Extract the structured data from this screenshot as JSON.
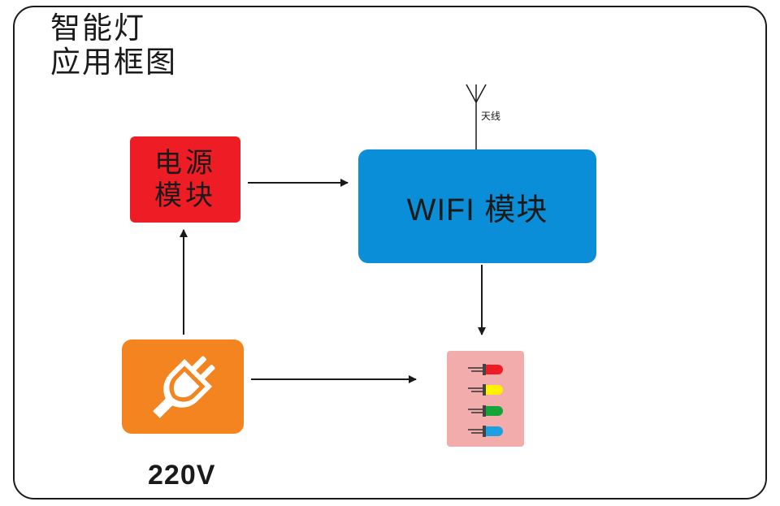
{
  "title": {
    "line1": "智能灯",
    "line2": "应用框图"
  },
  "power_module": {
    "line1": "电源",
    "line2": "模块"
  },
  "wifi_module": {
    "label": "WIFI 模块"
  },
  "antenna": {
    "label": "天线"
  },
  "mains": {
    "voltage": "220V"
  },
  "colors": {
    "power_module": "#ee1c25",
    "wifi_module": "#0a8ed7",
    "mains_plug": "#f48420",
    "led_panel": "#f3acac",
    "led_red": "#ee1c25",
    "led_yellow": "#fff200",
    "led_green": "#13a538",
    "led_blue": "#1ba1e2"
  }
}
